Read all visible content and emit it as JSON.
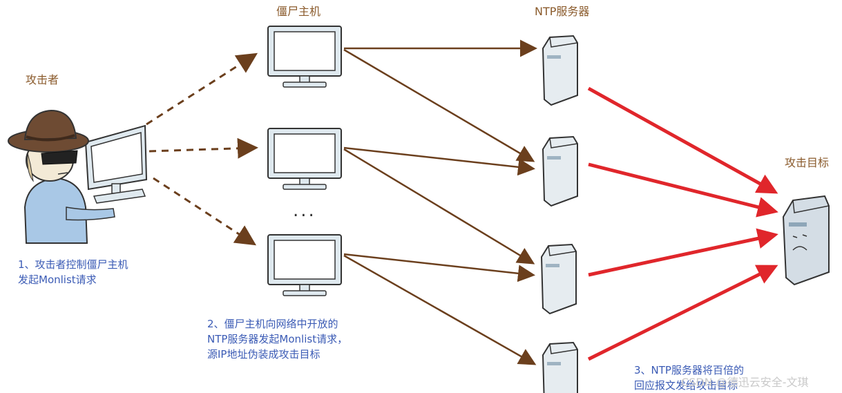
{
  "labels": {
    "zombie_hosts": "僵尸主机",
    "ntp_servers": "NTP服务器",
    "attacker": "攻击者",
    "target": "攻击目标",
    "ellipsis": "..."
  },
  "steps": {
    "step1": "1、攻击者控制僵尸主机\n发起Monlist请求",
    "step2": "2、僵尸主机向网络中开放的\nNTP服务器发起Monlist请求，\n源IP地址伪装成攻击目标",
    "step3": "3、NTP服务器将百倍的\n回应报文发给攻击目标"
  },
  "watermark": "CSDN @德迅云安全-文琪",
  "colors": {
    "command_arrow": "#6b3f1d",
    "request_arrow": "#6b3f1d",
    "response_arrow": "#e0262b",
    "label_brown": "#8a5a2b",
    "step_text": "#3b5bb5"
  }
}
